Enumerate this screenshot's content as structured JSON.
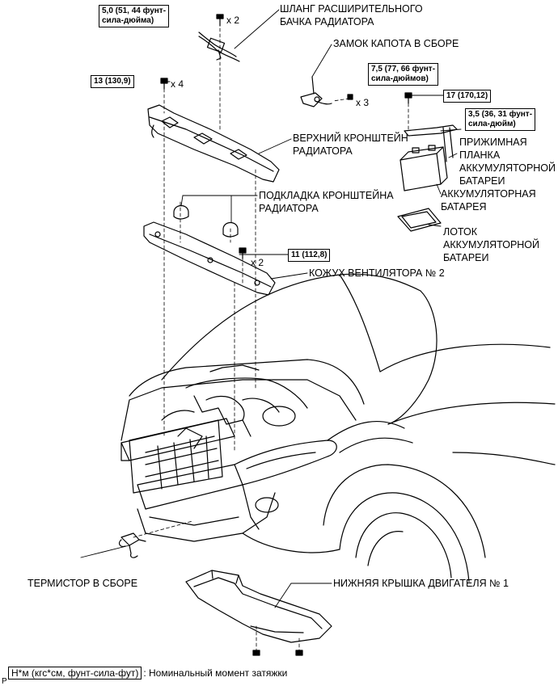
{
  "labels": {
    "hose": [
      "ШЛАНГ РАСШИРИТЕЛЬНОГО",
      "БАЧКА РАДИАТОРА"
    ],
    "hood_lock": "ЗАМОК КАПОТА В СБОРЕ",
    "upper_bracket": [
      "ВЕРХНИЙ КРОНШТЕЙН",
      "РАДИАТОРА"
    ],
    "clamp": [
      "ПРИЖИМНАЯ",
      "ПЛАНКА",
      "АККУМУЛЯТОРНОЙ",
      "БАТАРЕИ"
    ],
    "battery": [
      "АККУМУЛЯТОРНАЯ",
      "БАТАРЕЯ"
    ],
    "cushion": [
      "ПОДКЛАДКА КРОНШТЕЙНА",
      "РАДИАТОРА"
    ],
    "tray": [
      "ЛОТОК",
      "АККУМУЛЯТОРНОЙ",
      "БАТАРЕИ"
    ],
    "fan_shroud": "КОЖУХ ВЕНТИЛЯТОРА № 2",
    "thermistor": "ТЕРМИСТОР В СБОРЕ",
    "under_cover": "НИЖНЯЯ КРЫШКА ДВИГАТЕЛЯ № 1"
  },
  "torques": {
    "hose": [
      "5,0 (51, 44 фунт-",
      "сила-дюйма)"
    ],
    "upper": "13 (130,9)",
    "hood_lock": [
      "7,5 (77, 66 фунт-",
      "сила-дюймов)"
    ],
    "battery_nut": "17 (170,12)",
    "clamp": [
      "3,5 (36, 31 фунт-",
      "сила-дюйм)"
    ],
    "shroud": "11 (112,8)"
  },
  "quantities": {
    "hose": "x 2",
    "upper": "x 4",
    "hood_lock": "x 3",
    "shroud": "x 2"
  },
  "legend": {
    "box": "Н*м (кгс*см, фунт-сила-фут)",
    "text": ": Номинальный момент затяжки",
    "corner": "P"
  }
}
